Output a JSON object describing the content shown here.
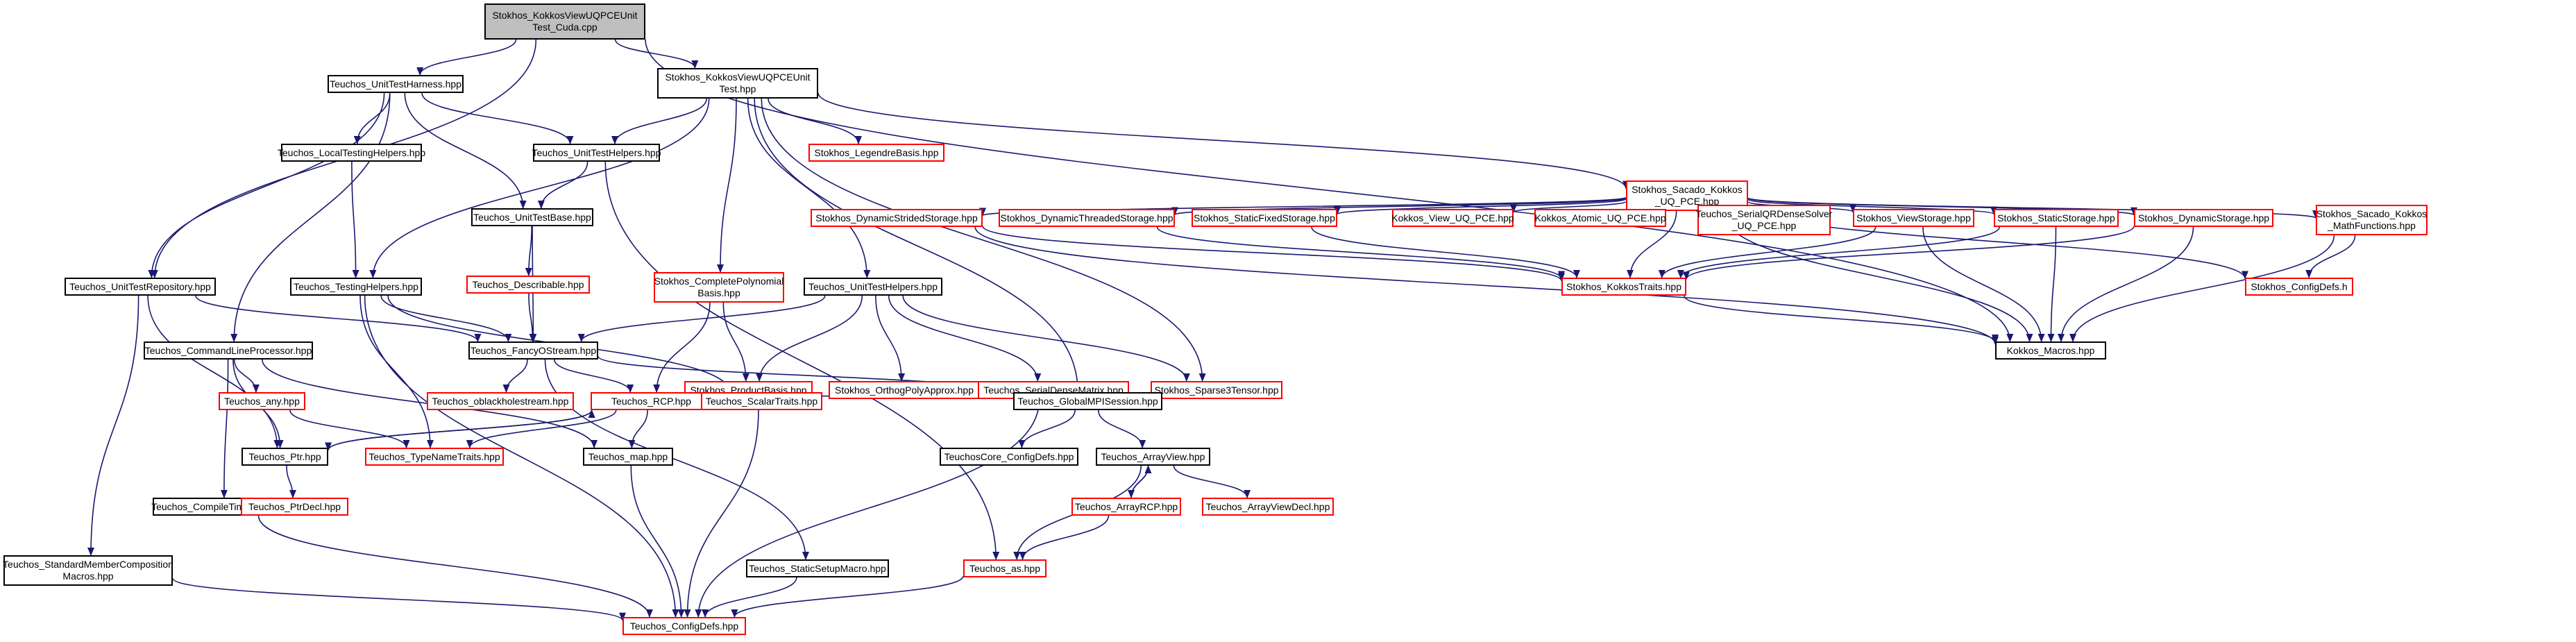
{
  "diagram": {
    "nodes": [
      {
        "id": "root",
        "label": "Stokhos_KokkosViewUQPCEUnit\nTest_Cuda.cpp",
        "style": "root"
      },
      {
        "id": "harness",
        "label": "Teuchos_UnitTestHarness.hpp",
        "style": "black"
      },
      {
        "id": "kvtest",
        "label": "Stokhos_KokkosViewUQPCEUnit\nTest.hpp",
        "style": "black"
      },
      {
        "id": "localtest",
        "label": "Teuchos_LocalTestingHelpers.hpp",
        "style": "black"
      },
      {
        "id": "uthelpers1",
        "label": "Teuchos_UnitTestHelpers.hpp",
        "style": "black"
      },
      {
        "id": "legendre",
        "label": "Stokhos_LegendreBasis.hpp",
        "style": "red"
      },
      {
        "id": "sacadouq",
        "label": "Stokhos_Sacado_Kokkos\n_UQ_PCE.hpp",
        "style": "red"
      },
      {
        "id": "dynstrided",
        "label": "Stokhos_DynamicStridedStorage.hpp",
        "style": "red"
      },
      {
        "id": "dynthreaded",
        "label": "Stokhos_DynamicThreadedStorage.hpp",
        "style": "red"
      },
      {
        "id": "staticfixed",
        "label": "Stokhos_StaticFixedStorage.hpp",
        "style": "red"
      },
      {
        "id": "viewuq",
        "label": "Kokkos_View_UQ_PCE.hpp",
        "style": "red"
      },
      {
        "id": "atomic",
        "label": "Kokkos_Atomic_UQ_PCE.hpp",
        "style": "red"
      },
      {
        "id": "serialqr",
        "label": "Teuchos_SerialQRDenseSolver\n_UQ_PCE.hpp",
        "style": "red"
      },
      {
        "id": "viewstorage",
        "label": "Stokhos_ViewStorage.hpp",
        "style": "red"
      },
      {
        "id": "staticstorage",
        "label": "Stokhos_StaticStorage.hpp",
        "style": "red"
      },
      {
        "id": "dynstorage",
        "label": "Stokhos_DynamicStorage.hpp",
        "style": "red"
      },
      {
        "id": "mathfn",
        "label": "Stokhos_Sacado_Kokkos\n_MathFunctions.hpp",
        "style": "red"
      },
      {
        "id": "utbase",
        "label": "Teuchos_UnitTestBase.hpp",
        "style": "black"
      },
      {
        "id": "kokkostraits",
        "label": "Stokhos_KokkosTraits.hpp",
        "style": "red"
      },
      {
        "id": "configdefsh",
        "label": "Stokhos_ConfigDefs.h",
        "style": "red"
      },
      {
        "id": "describable",
        "label": "Teuchos_Describable.hpp",
        "style": "red"
      },
      {
        "id": "completepoly",
        "label": "Stokhos_CompletePolynomial\nBasis.hpp",
        "style": "red"
      },
      {
        "id": "uthelpers2",
        "label": "Teuchos_UnitTestHelpers.hpp",
        "style": "black"
      },
      {
        "id": "utrepo",
        "label": "Teuchos_UnitTestRepository.hpp",
        "style": "black"
      },
      {
        "id": "testhelpers",
        "label": "Teuchos_TestingHelpers.hpp",
        "style": "black"
      },
      {
        "id": "fancyo",
        "label": "Teuchos_FancyOStream.hpp",
        "style": "black"
      },
      {
        "id": "productbasis",
        "label": "Stokhos_ProductBasis.hpp",
        "style": "red"
      },
      {
        "id": "orthog",
        "label": "Stokhos_OrthogPolyApprox.hpp",
        "style": "red"
      },
      {
        "id": "serialdense",
        "label": "Teuchos_SerialDenseMatrix.hpp",
        "style": "red"
      },
      {
        "id": "sparse3",
        "label": "Stokhos_Sparse3Tensor.hpp",
        "style": "red"
      },
      {
        "id": "kokkosmacros",
        "label": "Kokkos_Macros.hpp",
        "style": "black"
      },
      {
        "id": "cmdline",
        "label": "Teuchos_CommandLineProcessor.hpp",
        "style": "black"
      },
      {
        "id": "globalmpi",
        "label": "Teuchos_GlobalMPISession.hpp",
        "style": "black"
      },
      {
        "id": "oblackhole",
        "label": "Teuchos_oblackholestream.hpp",
        "style": "red"
      },
      {
        "id": "rcp",
        "label": "Teuchos_RCP.hpp",
        "style": "red"
      },
      {
        "id": "scalartraits",
        "label": "Teuchos_ScalarTraits.hpp",
        "style": "red"
      },
      {
        "id": "any",
        "label": "Teuchos_any.hpp",
        "style": "red"
      },
      {
        "id": "coreconfig",
        "label": "TeuchosCore_ConfigDefs.hpp",
        "style": "black"
      },
      {
        "id": "arrayview",
        "label": "Teuchos_ArrayView.hpp",
        "style": "black"
      },
      {
        "id": "ptr",
        "label": "Teuchos_Ptr.hpp",
        "style": "black"
      },
      {
        "id": "typename",
        "label": "Teuchos_TypeNameTraits.hpp",
        "style": "red"
      },
      {
        "id": "map",
        "label": "Teuchos_map.hpp",
        "style": "black"
      },
      {
        "id": "compiletime",
        "label": "Teuchos_CompileTimeAssert.hpp",
        "style": "black"
      },
      {
        "id": "ptrdecl",
        "label": "Teuchos_PtrDecl.hpp",
        "style": "red"
      },
      {
        "id": "arrayrcp",
        "label": "Teuchos_ArrayRCP.hpp",
        "style": "red"
      },
      {
        "id": "arrayviewdecl",
        "label": "Teuchos_ArrayViewDecl.hpp",
        "style": "red"
      },
      {
        "id": "standardmember",
        "label": "Teuchos_StandardMemberComposition\nMacros.hpp",
        "style": "black"
      },
      {
        "id": "staticsetup",
        "label": "Teuchos_StaticSetupMacro.hpp",
        "style": "black"
      },
      {
        "id": "as",
        "label": "Teuchos_as.hpp",
        "style": "red"
      },
      {
        "id": "configdefshpp",
        "label": "Teuchos_ConfigDefs.hpp",
        "style": "red"
      }
    ],
    "edges": [
      [
        "root",
        "harness"
      ],
      [
        "root",
        "kvtest"
      ],
      [
        "root",
        "utrepo"
      ],
      [
        "root",
        "kokkosmacros"
      ],
      [
        "harness",
        "localtest"
      ],
      [
        "harness",
        "uthelpers1"
      ],
      [
        "harness",
        "utbase"
      ],
      [
        "harness",
        "utrepo"
      ],
      [
        "harness",
        "cmdline"
      ],
      [
        "kvtest",
        "uthelpers1"
      ],
      [
        "kvtest",
        "legendre"
      ],
      [
        "kvtest",
        "sacadouq"
      ],
      [
        "kvtest",
        "completepoly"
      ],
      [
        "kvtest",
        "uthelpers2"
      ],
      [
        "kvtest",
        "testhelpers"
      ],
      [
        "kvtest",
        "sparse3"
      ],
      [
        "kvtest",
        "globalmpi"
      ],
      [
        "localtest",
        "testhelpers"
      ],
      [
        "uthelpers1",
        "utbase"
      ],
      [
        "uthelpers1",
        "as"
      ],
      [
        "sacadouq",
        "dynstrided"
      ],
      [
        "sacadouq",
        "dynthreaded"
      ],
      [
        "sacadouq",
        "staticfixed"
      ],
      [
        "sacadouq",
        "viewuq"
      ],
      [
        "sacadouq",
        "atomic"
      ],
      [
        "sacadouq",
        "serialqr"
      ],
      [
        "sacadouq",
        "viewstorage"
      ],
      [
        "sacadouq",
        "staticstorage"
      ],
      [
        "sacadouq",
        "dynstorage"
      ],
      [
        "sacadouq",
        "mathfn"
      ],
      [
        "sacadouq",
        "kokkostraits"
      ],
      [
        "sacadouq",
        "configdefsh"
      ],
      [
        "sacadouq",
        "kokkosmacros"
      ],
      [
        "dynstrided",
        "kokkostraits"
      ],
      [
        "dynstrided",
        "kokkosmacros"
      ],
      [
        "dynthreaded",
        "kokkostraits"
      ],
      [
        "staticfixed",
        "kokkostraits"
      ],
      [
        "viewstorage",
        "kokkostraits"
      ],
      [
        "viewstorage",
        "kokkosmacros"
      ],
      [
        "staticstorage",
        "kokkostraits"
      ],
      [
        "staticstorage",
        "kokkosmacros"
      ],
      [
        "dynstorage",
        "kokkostraits"
      ],
      [
        "dynstorage",
        "kokkosmacros"
      ],
      [
        "mathfn",
        "configdefsh"
      ],
      [
        "mathfn",
        "kokkosmacros"
      ],
      [
        "kokkostraits",
        "kokkosmacros"
      ],
      [
        "utbase",
        "describable"
      ],
      [
        "utbase",
        "fancyo"
      ],
      [
        "describable",
        "fancyo"
      ],
      [
        "completepoly",
        "productbasis"
      ],
      [
        "completepoly",
        "rcp"
      ],
      [
        "uthelpers2",
        "fancyo"
      ],
      [
        "uthelpers2",
        "productbasis"
      ],
      [
        "uthelpers2",
        "orthog"
      ],
      [
        "uthelpers2",
        "serialdense"
      ],
      [
        "uthelpers2",
        "sparse3"
      ],
      [
        "orthog",
        "serialdense"
      ],
      [
        "utrepo",
        "fancyo"
      ],
      [
        "utrepo",
        "ptr"
      ],
      [
        "utrepo",
        "standardmember"
      ],
      [
        "testhelpers",
        "fancyo"
      ],
      [
        "testhelpers",
        "typename"
      ],
      [
        "testhelpers",
        "scalartraits"
      ],
      [
        "testhelpers",
        "configdefshpp"
      ],
      [
        "fancyo",
        "globalmpi"
      ],
      [
        "fancyo",
        "oblackhole"
      ],
      [
        "fancyo",
        "rcp"
      ],
      [
        "fancyo",
        "staticsetup"
      ],
      [
        "serialdense",
        "rcp"
      ],
      [
        "serialdense",
        "configdefshpp"
      ],
      [
        "cmdline",
        "any"
      ],
      [
        "cmdline",
        "ptr"
      ],
      [
        "cmdline",
        "map"
      ],
      [
        "cmdline",
        "compiletime"
      ],
      [
        "globalmpi",
        "coreconfig"
      ],
      [
        "globalmpi",
        "arrayview"
      ],
      [
        "rcp",
        "ptr"
      ],
      [
        "rcp",
        "typename"
      ],
      [
        "rcp",
        "map"
      ],
      [
        "scalartraits",
        "configdefshpp"
      ],
      [
        "any",
        "typename"
      ],
      [
        "ptr",
        "rcp"
      ],
      [
        "ptr",
        "ptrdecl"
      ],
      [
        "arrayview",
        "arrayrcp"
      ],
      [
        "arrayview",
        "arrayviewdecl"
      ],
      [
        "arrayview",
        "as"
      ],
      [
        "arrayrcp",
        "arrayview"
      ],
      [
        "arrayrcp",
        "as"
      ],
      [
        "compiletime",
        "configdefshpp"
      ],
      [
        "standardmember",
        "configdefshpp"
      ],
      [
        "staticsetup",
        "configdefshpp"
      ],
      [
        "as",
        "configdefshpp"
      ],
      [
        "map",
        "configdefshpp"
      ]
    ],
    "colors": {
      "edge": "#191970",
      "black_border": "#000000",
      "red_border": "#ff0000",
      "root_fill": "#bfbfbf"
    }
  }
}
